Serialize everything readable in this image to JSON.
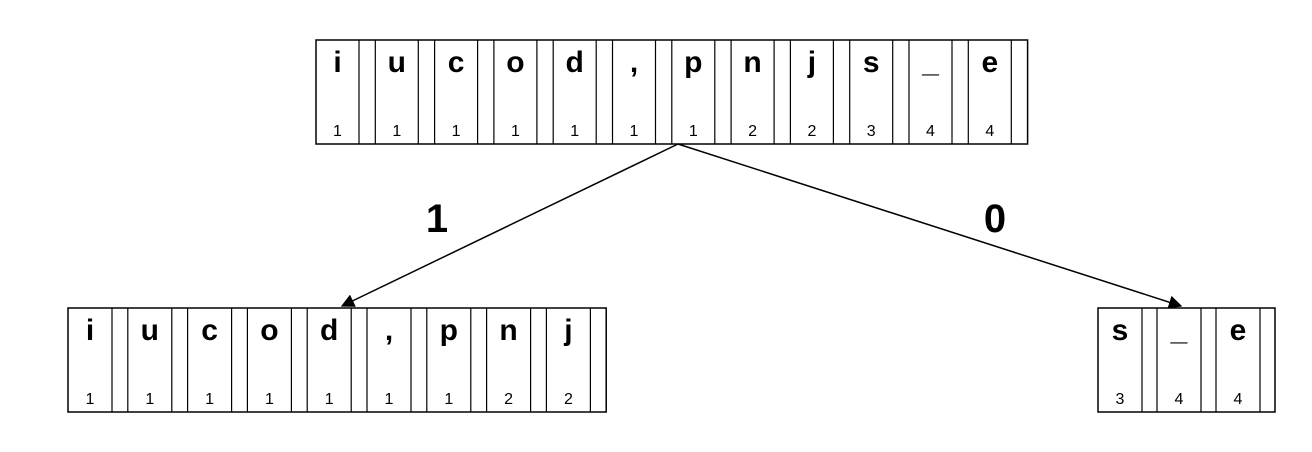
{
  "root": {
    "cells": [
      {
        "char": "i",
        "freq": "1"
      },
      {
        "char": "u",
        "freq": "1"
      },
      {
        "char": "c",
        "freq": "1"
      },
      {
        "char": "o",
        "freq": "1"
      },
      {
        "char": "d",
        "freq": "1"
      },
      {
        "char": ",",
        "freq": "1"
      },
      {
        "char": "p",
        "freq": "1"
      },
      {
        "char": "n",
        "freq": "2"
      },
      {
        "char": "j",
        "freq": "2"
      },
      {
        "char": "s",
        "freq": "3"
      },
      {
        "char": "_",
        "freq": "4"
      },
      {
        "char": "e",
        "freq": "4"
      }
    ]
  },
  "left_child": {
    "edge_label": "1",
    "cells": [
      {
        "char": "i",
        "freq": "1"
      },
      {
        "char": "u",
        "freq": "1"
      },
      {
        "char": "c",
        "freq": "1"
      },
      {
        "char": "o",
        "freq": "1"
      },
      {
        "char": "d",
        "freq": "1"
      },
      {
        "char": ",",
        "freq": "1"
      },
      {
        "char": "p",
        "freq": "1"
      },
      {
        "char": "n",
        "freq": "2"
      },
      {
        "char": "j",
        "freq": "2"
      }
    ]
  },
  "right_child": {
    "edge_label": "0",
    "cells": [
      {
        "char": "s",
        "freq": "3"
      },
      {
        "char": "_",
        "freq": "4"
      },
      {
        "char": "e",
        "freq": "4"
      }
    ]
  }
}
